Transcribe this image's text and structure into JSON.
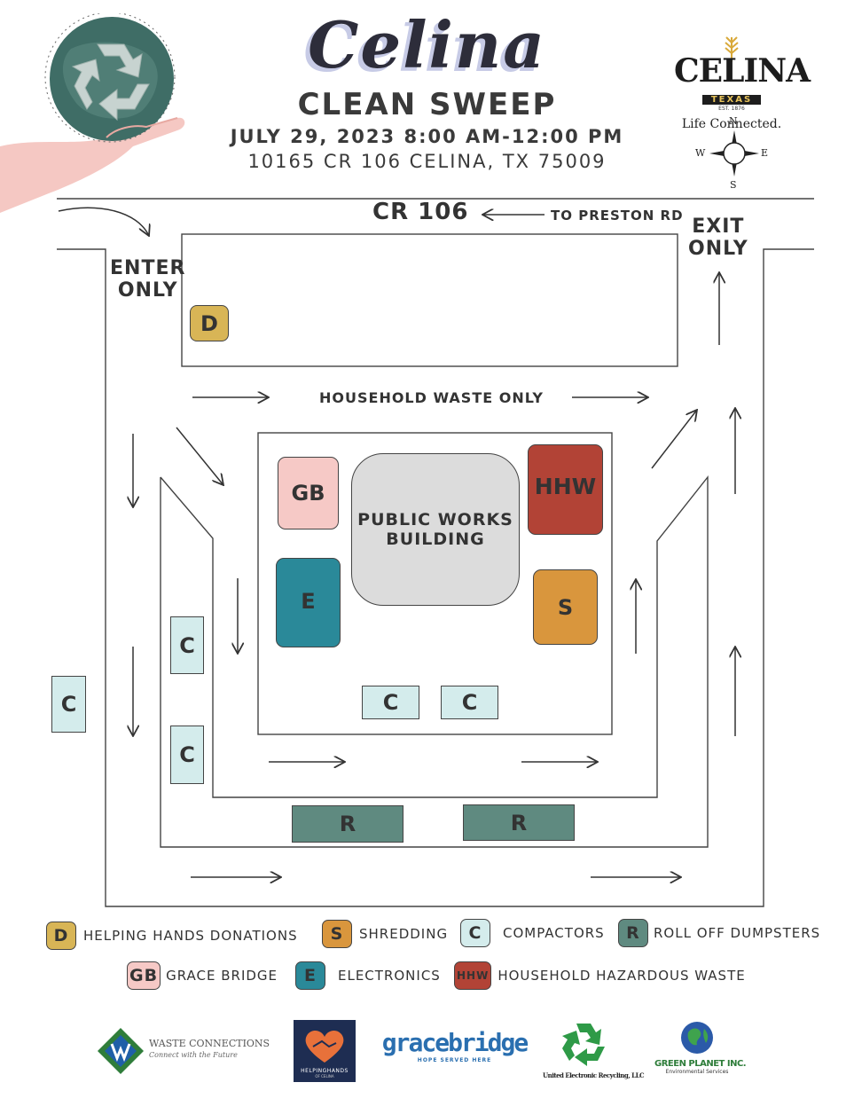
{
  "header": {
    "title_script": "Celina",
    "title_main": "CLEAN SWEEP",
    "date_time": "JULY 29, 2023 8:00 AM-12:00 PM",
    "address": "10165 CR 106 CELINA, TX 75009"
  },
  "celina_logo": {
    "name": "CELINA",
    "state": "TEXAS",
    "established": "EST. 1876",
    "tagline": "Life Connected."
  },
  "compass": {
    "n": "N",
    "s": "S",
    "e": "E",
    "w": "W"
  },
  "map": {
    "road_name": "CR 106",
    "road_direction": "TO PRESTON RD",
    "enter_label": [
      "ENTER",
      "ONLY"
    ],
    "exit_label": [
      "EXIT",
      "ONLY"
    ],
    "lane_label": "HOUSEHOLD WASTE ONLY",
    "building_label": "PUBLIC WORKS BUILDING",
    "stations": {
      "d": "D",
      "gb": "GB",
      "hhw": "HHW",
      "e": "E",
      "s": "S",
      "c": "C",
      "r": "R"
    }
  },
  "legend": [
    {
      "code": "D",
      "label": "HELPING HANDS DONATIONS",
      "color": "#d8b556"
    },
    {
      "code": "S",
      "label": "SHREDDING",
      "color": "#d9963d"
    },
    {
      "code": "C",
      "label": "COMPACTORS",
      "color": "#d4ecec"
    },
    {
      "code": "R",
      "label": "ROLL OFF DUMPSTERS",
      "color": "#5f8a80"
    },
    {
      "code": "GB",
      "label": "GRACE BRIDGE",
      "color": "#f6c9c6"
    },
    {
      "code": "E",
      "label": "ELECTRONICS",
      "color": "#2a8999"
    },
    {
      "code": "HHW",
      "label": "HOUSEHOLD HAZARDOUS WASTE",
      "color": "#b24336"
    }
  ],
  "sponsors": {
    "waste_connections": {
      "name": "WASTE CONNECTIONS",
      "tagline": "Connect with the Future"
    },
    "helping_hands": {
      "name": "HELPINGHANDS",
      "sub": "OF CELINA"
    },
    "grace_bridge": {
      "name": "gracebridge",
      "tagline": "HOPE SERVED HERE"
    },
    "united_electronic": {
      "name": "United Electronic Recycling, LLC"
    },
    "green_planet": {
      "name": "GREEN PLANET INC.",
      "tagline": "Environmental Services"
    }
  }
}
